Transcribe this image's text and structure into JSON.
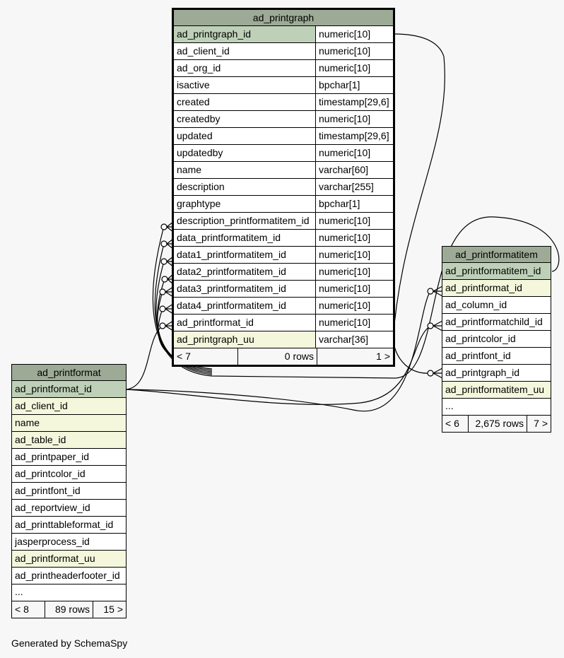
{
  "generated_by": "Generated by SchemaSpy",
  "tables": {
    "printgraph": {
      "title": "ad_printgraph",
      "columns": [
        {
          "name": "ad_printgraph_id",
          "type": "numeric[10]",
          "style": "pk"
        },
        {
          "name": "ad_client_id",
          "type": "numeric[10]",
          "style": ""
        },
        {
          "name": "ad_org_id",
          "type": "numeric[10]",
          "style": ""
        },
        {
          "name": "isactive",
          "type": "bpchar[1]",
          "style": ""
        },
        {
          "name": "created",
          "type": "timestamp[29,6]",
          "style": ""
        },
        {
          "name": "createdby",
          "type": "numeric[10]",
          "style": ""
        },
        {
          "name": "updated",
          "type": "timestamp[29,6]",
          "style": ""
        },
        {
          "name": "updatedby",
          "type": "numeric[10]",
          "style": ""
        },
        {
          "name": "name",
          "type": "varchar[60]",
          "style": ""
        },
        {
          "name": "description",
          "type": "varchar[255]",
          "style": ""
        },
        {
          "name": "graphtype",
          "type": "bpchar[1]",
          "style": ""
        },
        {
          "name": "description_printformatitem_id",
          "type": "numeric[10]",
          "style": ""
        },
        {
          "name": "data_printformatitem_id",
          "type": "numeric[10]",
          "style": ""
        },
        {
          "name": "data1_printformatitem_id",
          "type": "numeric[10]",
          "style": ""
        },
        {
          "name": "data2_printformatitem_id",
          "type": "numeric[10]",
          "style": ""
        },
        {
          "name": "data3_printformatitem_id",
          "type": "numeric[10]",
          "style": ""
        },
        {
          "name": "data4_printformatitem_id",
          "type": "numeric[10]",
          "style": ""
        },
        {
          "name": "ad_printformat_id",
          "type": "numeric[10]",
          "style": ""
        },
        {
          "name": "ad_printgraph_uu",
          "type": "varchar[36]",
          "style": "idx"
        }
      ],
      "footer": {
        "left": "< 7",
        "mid": "0 rows",
        "right": "1 >"
      }
    },
    "printformatitem": {
      "title": "ad_printformatitem",
      "columns": [
        {
          "name": "ad_printformatitem_id",
          "style": "pk"
        },
        {
          "name": "ad_printformat_id",
          "style": "idx"
        },
        {
          "name": "ad_column_id",
          "style": ""
        },
        {
          "name": "ad_printformatchild_id",
          "style": ""
        },
        {
          "name": "ad_printcolor_id",
          "style": ""
        },
        {
          "name": "ad_printfont_id",
          "style": ""
        },
        {
          "name": "ad_printgraph_id",
          "style": ""
        },
        {
          "name": "ad_printformatitem_uu",
          "style": "idx"
        }
      ],
      "more": "...",
      "footer": {
        "left": "< 6",
        "mid": "2,675 rows",
        "right": "7 >"
      }
    },
    "printformat": {
      "title": "ad_printformat",
      "columns": [
        {
          "name": "ad_printformat_id",
          "style": "pk"
        },
        {
          "name": "ad_client_id",
          "style": "idx"
        },
        {
          "name": "name",
          "style": "idx"
        },
        {
          "name": "ad_table_id",
          "style": "idx"
        },
        {
          "name": "ad_printpaper_id",
          "style": ""
        },
        {
          "name": "ad_printcolor_id",
          "style": ""
        },
        {
          "name": "ad_printfont_id",
          "style": ""
        },
        {
          "name": "ad_reportview_id",
          "style": ""
        },
        {
          "name": "ad_printtableformat_id",
          "style": ""
        },
        {
          "name": "jasperprocess_id",
          "style": ""
        },
        {
          "name": "ad_printformat_uu",
          "style": "idx"
        },
        {
          "name": "ad_printheaderfooter_id",
          "style": ""
        }
      ],
      "more": "...",
      "footer": {
        "left": "< 8",
        "mid": "89 rows",
        "right": "15 >"
      }
    }
  },
  "colors": {
    "title_bg": "#9daa96",
    "pk_bg": "#bed1b8",
    "index_bg": "#f4f7dc",
    "page_bg": "#f7f7f7"
  }
}
